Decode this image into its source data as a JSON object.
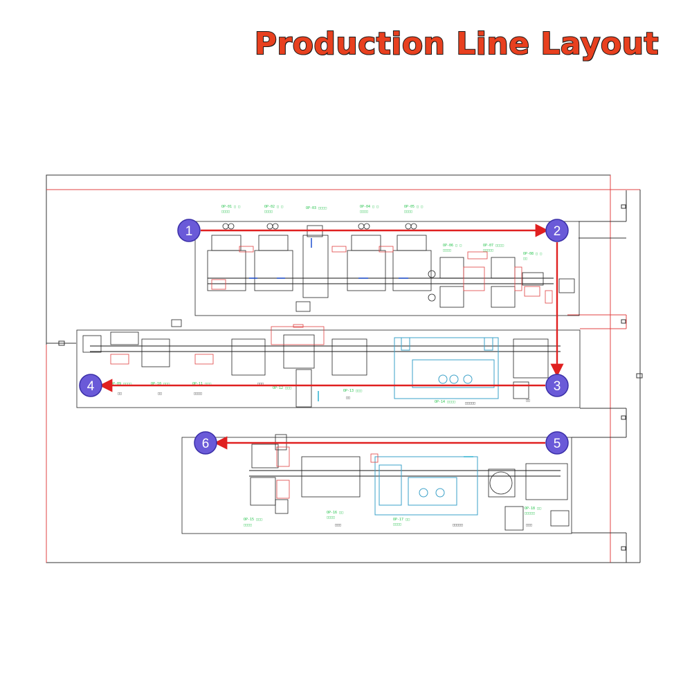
{
  "title": "Production Line Layout",
  "colors": {
    "flow_arrow": "#e02020",
    "marker_fill": "#6a5ad8",
    "marker_stroke": "#3a2fa8",
    "station_label": "#22c24a",
    "drawing_line": "#222222",
    "boundary_red": "#e04040",
    "highlight_cell": "#3aa0c8"
  },
  "markers": [
    {
      "id": "1",
      "label": "1"
    },
    {
      "id": "2",
      "label": "2"
    },
    {
      "id": "3",
      "label": "3"
    },
    {
      "id": "4",
      "label": "4"
    },
    {
      "id": "5",
      "label": "5"
    },
    {
      "id": "6",
      "label": "6"
    }
  ],
  "flow": [
    "1",
    "2",
    "3",
    "4",
    "5",
    "6"
  ]
}
